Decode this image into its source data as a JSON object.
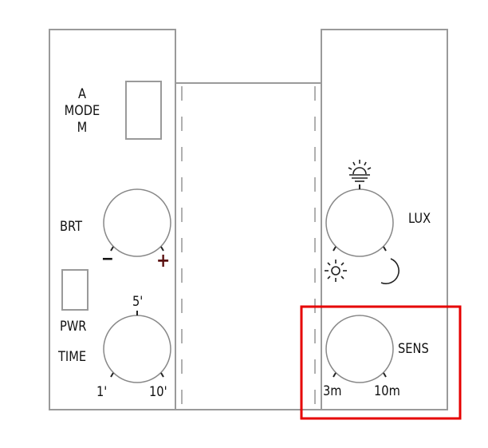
{
  "diagram": {
    "left_panel": {
      "mode_label_top": "A",
      "mode_label_mid": "MODE",
      "mode_label_bot": "M",
      "brt_label": "BRT",
      "brt_min": "−",
      "brt_max": "+",
      "pwr_label": "PWR",
      "time_label": "TIME",
      "time_mid": "5'",
      "time_min": "1'",
      "time_max": "10'"
    },
    "right_panel": {
      "lux_label": "LUX",
      "lux_top_icon": "sunrise-icon",
      "lux_min_icon": "sun-icon",
      "lux_max_icon": "moon-icon",
      "sens_label": "SENS",
      "sens_min": "3m",
      "sens_max": "10m"
    },
    "highlight": {
      "target": "SENS dial",
      "color": "#e60000"
    },
    "colors": {
      "line": "#9a9a9a",
      "dashed": "#b0b0b0",
      "text": "#111111",
      "plus": "#5a1010"
    }
  }
}
